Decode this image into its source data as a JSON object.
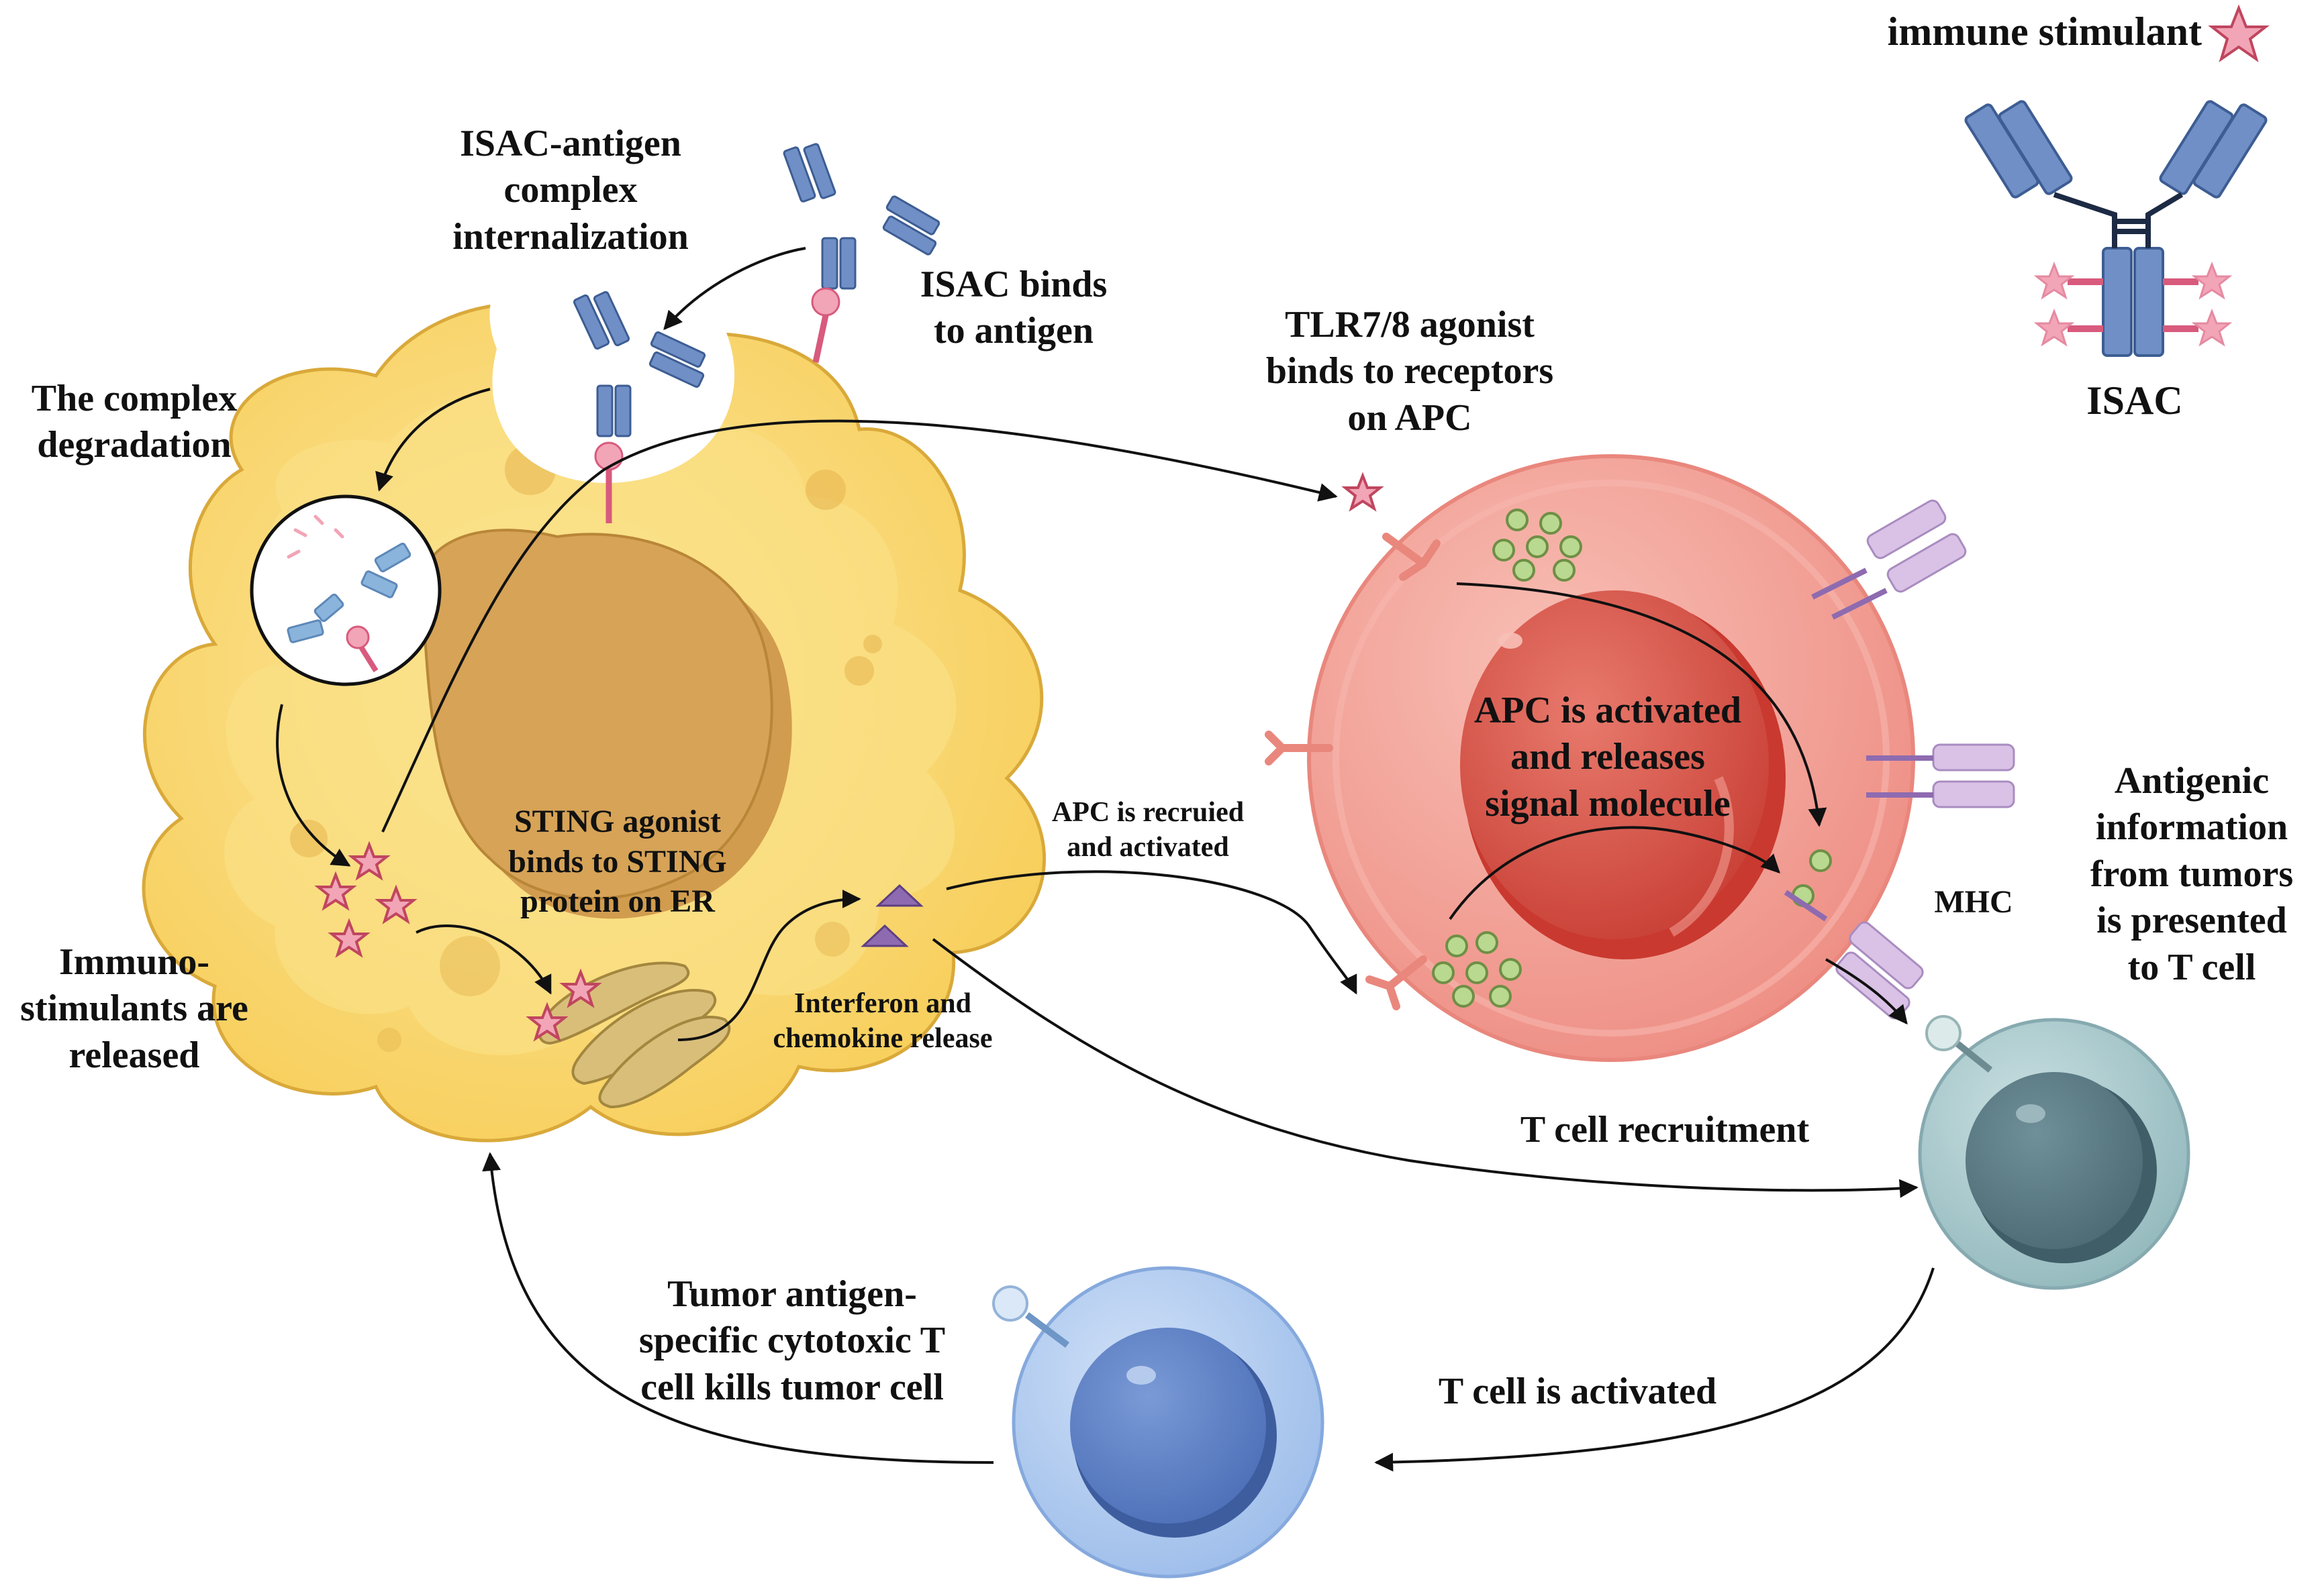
{
  "legend": {
    "stimulant_label": "immune stimulant",
    "isac_label": "ISAC"
  },
  "labels": {
    "isac_internalization": "ISAC-antigen\ncomplex\ninternalization",
    "isac_binds": "ISAC binds\nto antigen",
    "complex_degradation": "The complex\ndegradation",
    "tlr_agonist": "TLR7/8 agonist\nbinds to receptors\non APC",
    "sting_agonist": "STING agonist\nbinds to STING\nprotein on ER",
    "apc_recruited": "APC is recruied\nand activated",
    "apc_activated": "APC is activated\nand releases\nsignal molecule",
    "antigenic_info": "Antigenic\ninformation\nfrom tumors\nis presented\nto T cell",
    "mhc": "MHC",
    "immunostimulants": "Immuno-\nstimulants are\nreleased",
    "interferon": "Interferon and\nchemokine release",
    "t_cell_recruitment": "T cell recruitment",
    "tumor_antigen": "Tumor antigen-\nspecific cytotoxic T\ncell kills tumor cell",
    "t_cell_activated": "T cell is activated"
  },
  "colors": {
    "tumor_cell": "#f9d66b",
    "tumor_edge": "#d9a93a",
    "nucleus": "#d4a154",
    "apc_cell": "#f3a39a",
    "apc_nucleus": "#d9564b",
    "t_cell_teal": "#a8c8cc",
    "t_cell_blue": "#a9c8ef",
    "antibody": "#6f8fc6",
    "payload": "#f2a5b7",
    "mhc": "#d9c2e6",
    "vesicle": "#a8d08d",
    "chemokine": "#8e6bb0"
  }
}
